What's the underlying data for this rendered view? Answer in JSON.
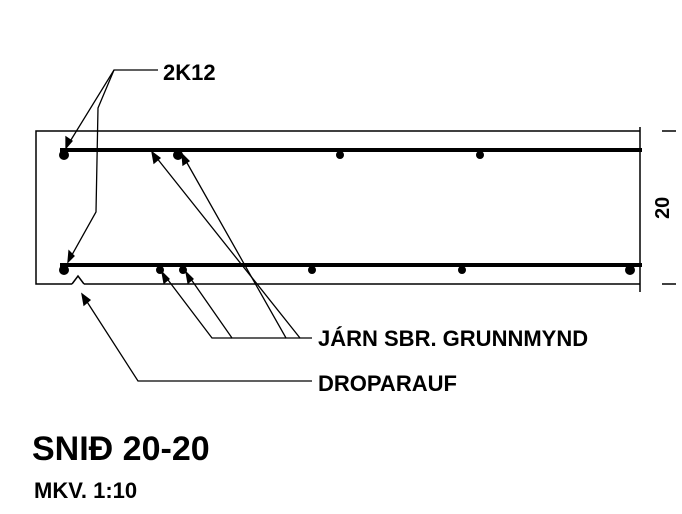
{
  "labels": {
    "rebar_top": "2K12",
    "iron_ref": "JÁRN SBR. GRUNNMYND",
    "drip": "DROPARAUF",
    "dimension": "20",
    "section_title": "SNIÐ 20-20",
    "scale": "MKV. 1:10"
  },
  "colors": {
    "ink": "#000000",
    "paper": "#ffffff"
  }
}
